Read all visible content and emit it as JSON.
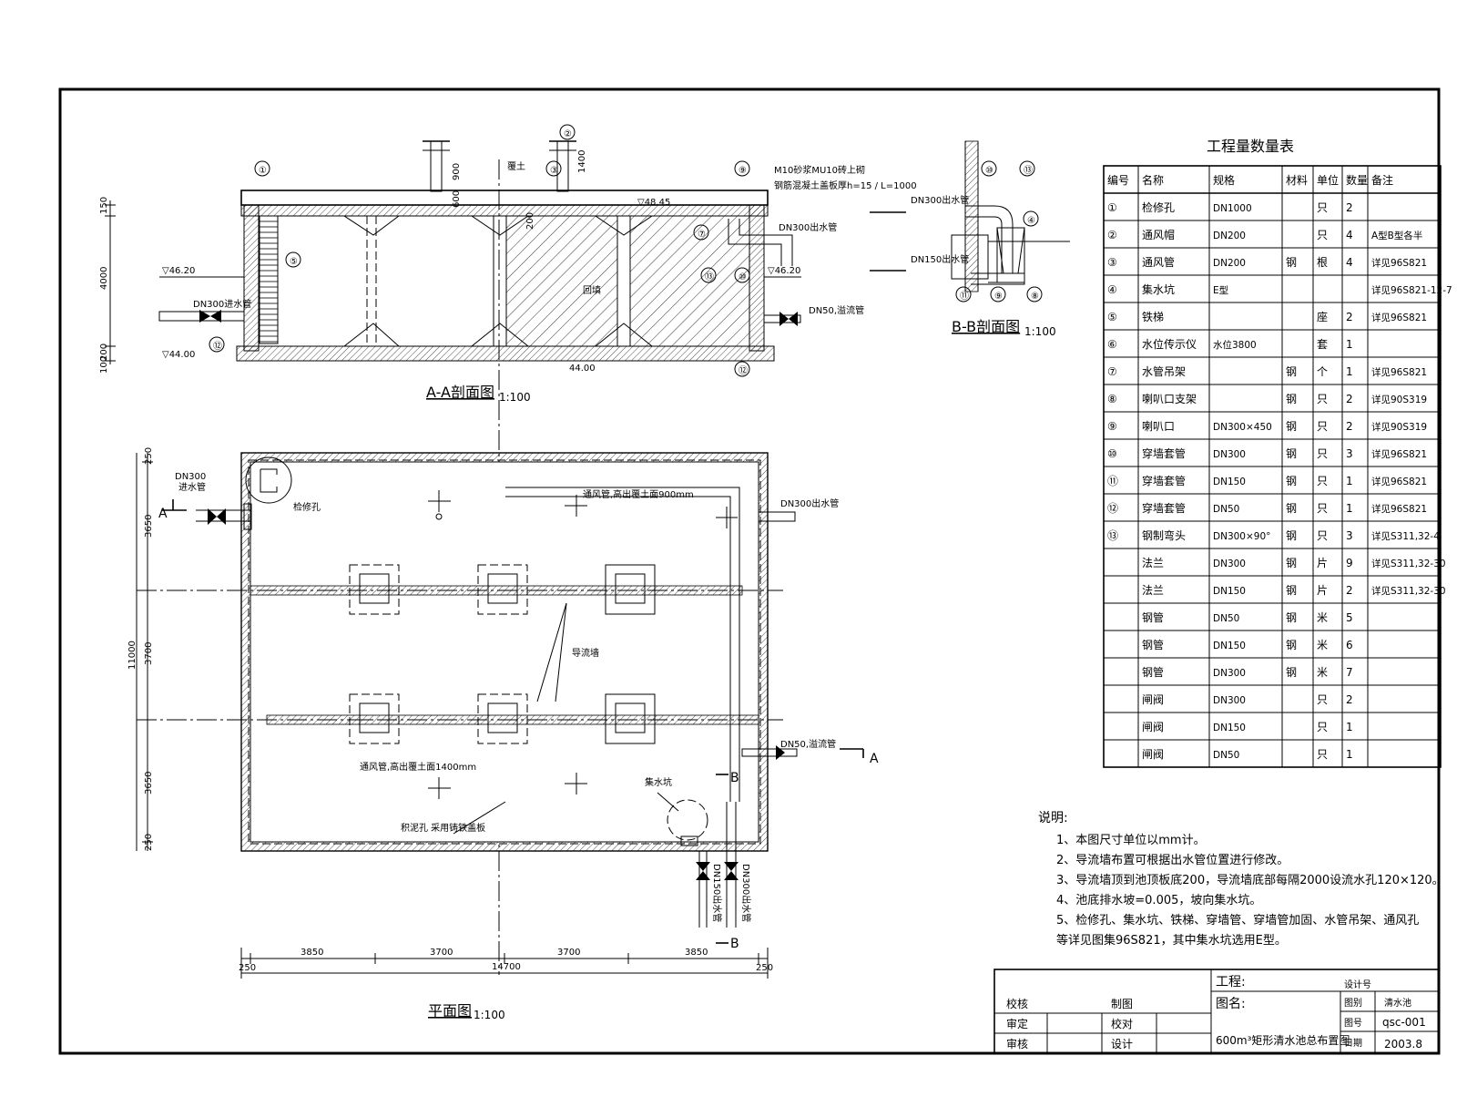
{
  "sections": {
    "aa_title": "A-A剖面图",
    "aa_scale": "1:100",
    "bb_title": "B-B剖面图",
    "bb_scale": "1:100",
    "plan_title": "平面图",
    "plan_scale": "1:100"
  },
  "aa": {
    "elev_top": "▽48.45",
    "elev_ground_left": "▽46.20",
    "elev_ground_right": "▽46.20",
    "elev_bottom_left": "▽44.00",
    "elev_bottom_mid": "44.00",
    "dim_150": "150",
    "dim_4000": "4000",
    "dim_200": "200",
    "dim_100": "100",
    "dim_1400": "1400",
    "dim_900": "900",
    "dim_600": "600",
    "dim_200b": "200",
    "roof_note": "M10砂浆MU10砖上砌",
    "roof_note2": "钢筋混凝土盖板厚h=15 / L=1000",
    "pipe_in": "DN300进水管",
    "pipe_out": "DN300出水管",
    "pipe_overflow": "DN50,溢流管",
    "soil": "覆土",
    "fill": "回填"
  },
  "bb": {
    "pipe1": "DN300出水管",
    "pipe2": "DN150出水管"
  },
  "plan": {
    "dn300_label": "DN300",
    "dn300_label2": "进水管",
    "manhole": "检修孔",
    "outlet_right": "DN300出水管",
    "vent_note": "通风管,高出覆土面900mm",
    "vent_note2": "通风管,高出覆土面1400mm",
    "baffle": "导流墙",
    "overflow_right": "DN50,溢流管",
    "sump": "集水坑",
    "note_circle": "积泥孔 采用铸铁盖板",
    "dn150_v": "DN150出水管",
    "dn300_v": "DN300出水管",
    "section_a": "A",
    "section_a2": "A",
    "section_b": "B",
    "section_b2": "B",
    "dim_250a": "250",
    "dim_3650a": "3650",
    "dim_3700": "3700",
    "dim_11000": "11000",
    "dim_3650b": "3650",
    "dim_250b": "250",
    "hdim_250a": "250",
    "hdim_3850a": "3850",
    "hdim_3700a": "3700",
    "hdim_3700b": "3700",
    "hdim_3850b": "3850",
    "hdim_250b": "250",
    "hdim_total": "14700"
  },
  "table": {
    "title": "工程量数量表",
    "headers": [
      "编号",
      "名称",
      "规格",
      "材料",
      "单位",
      "数量",
      "备注"
    ],
    "rows": [
      [
        "①",
        "检修孔",
        "DN1000",
        "",
        "只",
        "2",
        ""
      ],
      [
        "②",
        "通风帽",
        "DN200",
        "",
        "只",
        "4",
        "A型B型各半"
      ],
      [
        "③",
        "通风管",
        "DN200",
        "钢",
        "根",
        "4",
        "详见96S821"
      ],
      [
        "④",
        "集水坑",
        "E型",
        "",
        "",
        "",
        "详见96S821-12-7"
      ],
      [
        "⑤",
        "铁梯",
        "",
        "",
        "座",
        "2",
        "详见96S821"
      ],
      [
        "⑥",
        "水位传示仪",
        "水位3800",
        "",
        "套",
        "1",
        ""
      ],
      [
        "⑦",
        "水管吊架",
        "",
        "钢",
        "个",
        "1",
        "详见96S821"
      ],
      [
        "⑧",
        "喇叭口支架",
        "",
        "钢",
        "只",
        "2",
        "详见90S319"
      ],
      [
        "⑨",
        "喇叭口",
        "DN300×450",
        "钢",
        "只",
        "2",
        "详见90S319"
      ],
      [
        "⑩",
        "穿墙套管",
        "DN300",
        "钢",
        "只",
        "3",
        "详见96S821"
      ],
      [
        "⑪",
        "穿墙套管",
        "DN150",
        "钢",
        "只",
        "1",
        "详见96S821"
      ],
      [
        "⑫",
        "穿墙套管",
        "DN50",
        "钢",
        "只",
        "1",
        "详见96S821"
      ],
      [
        "⑬",
        "钢制弯头",
        "DN300×90°",
        "钢",
        "只",
        "3",
        "详见S311,32-4"
      ],
      [
        "",
        "法兰",
        "DN300",
        "钢",
        "片",
        "9",
        "详见S311,32-30"
      ],
      [
        "",
        "法兰",
        "DN150",
        "钢",
        "片",
        "2",
        "详见S311,32-30"
      ],
      [
        "",
        "钢管",
        "DN50",
        "钢",
        "米",
        "5",
        ""
      ],
      [
        "",
        "钢管",
        "DN150",
        "钢",
        "米",
        "6",
        ""
      ],
      [
        "",
        "钢管",
        "DN300",
        "钢",
        "米",
        "7",
        ""
      ],
      [
        "",
        "闸阀",
        "DN300",
        "",
        "只",
        "2",
        ""
      ],
      [
        "",
        "闸阀",
        "DN150",
        "",
        "只",
        "1",
        ""
      ],
      [
        "",
        "闸阀",
        "DN50",
        "",
        "只",
        "1",
        ""
      ]
    ]
  },
  "notes": {
    "heading": "说明:",
    "lines": [
      "1、本图尺寸单位以mm计。",
      "2、导流墙布置可根据出水管位置进行修改。",
      "3、导流墙顶到池顶板底200，导流墙底部每隔2000设流水孔120×120。",
      "4、池底排水坡=0.005，坡向集水坑。",
      "5、检修孔、集水坑、铁梯、穿墙管、穿墙管加固、水管吊架、通风孔",
      "   等详见图集96S821，其中集水坑选用E型。"
    ]
  },
  "titleblock": {
    "project_label": "工程:",
    "drawing_label": "图名:",
    "drawing_name": "600m³矩形清水池总布置图",
    "design_no_label": "设计号",
    "category_label": "图别",
    "category_value": "清水池",
    "number_label": "图号",
    "number_value": "qsc-001",
    "date_label": "日期",
    "date_value": "2003.8",
    "approve": "审定",
    "review": "审核",
    "proof": "校核",
    "check": "校对",
    "design": "设计",
    "draw": "制图"
  }
}
